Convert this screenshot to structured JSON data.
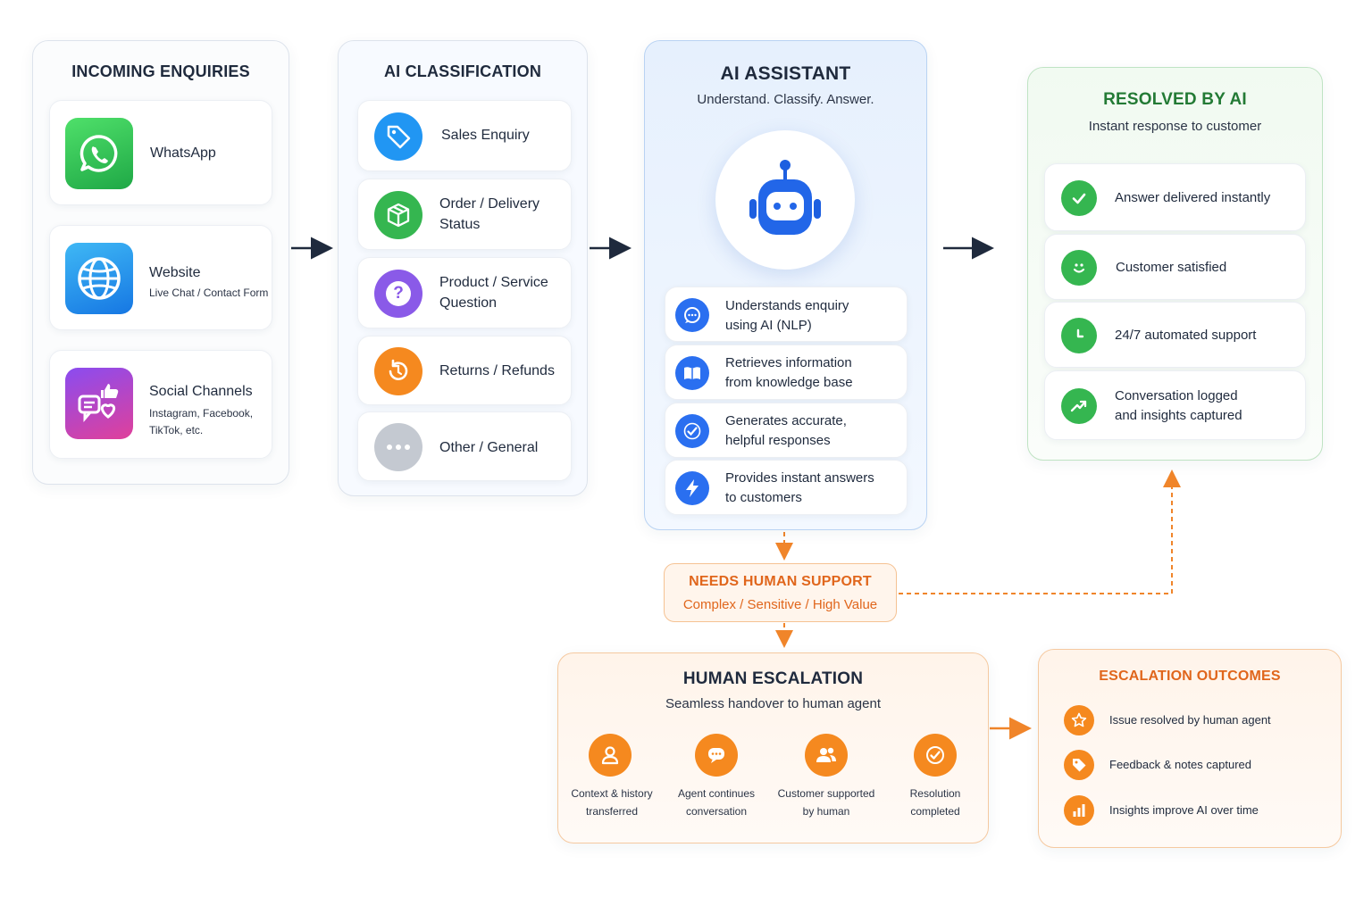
{
  "incoming": {
    "title": "INCOMING ENQUIRIES",
    "items": [
      {
        "label": "WhatsApp",
        "sub": ""
      },
      {
        "label": "Website",
        "sub": "Live Chat / Contact Form"
      },
      {
        "label": "Social Channels",
        "sub_line1": "Instagram, Facebook,",
        "sub_line2": "TikTok, etc."
      }
    ]
  },
  "classification": {
    "title": "AI CLASSIFICATION",
    "items": [
      {
        "line1": "Sales Enquiry",
        "line2": ""
      },
      {
        "line1": "Order / Delivery",
        "line2": "Status"
      },
      {
        "line1": "Product / Service",
        "line2": "Question"
      },
      {
        "line1": "Returns / Refunds",
        "line2": ""
      },
      {
        "line1": "Other / General",
        "line2": ""
      }
    ]
  },
  "assistant": {
    "title": "AI ASSISTANT",
    "subtitle": "Understand. Classify. Answer.",
    "items": [
      {
        "line1": "Understands enquiry",
        "line2": "using AI (NLP)"
      },
      {
        "line1": "Retrieves information",
        "line2": "from knowledge base"
      },
      {
        "line1": "Generates accurate,",
        "line2": "helpful responses"
      },
      {
        "line1": "Provides instant answers",
        "line2": "to customers"
      }
    ]
  },
  "resolved": {
    "title": "RESOLVED BY AI",
    "subtitle": "Instant response to customer",
    "items": [
      {
        "line1": "Answer delivered instantly",
        "line2": ""
      },
      {
        "line1": "Customer satisfied",
        "line2": ""
      },
      {
        "line1": "24/7 automated support",
        "line2": ""
      },
      {
        "line1": "Conversation logged",
        "line2": "and insights captured"
      }
    ]
  },
  "needs_human": {
    "title": "NEEDS HUMAN SUPPORT",
    "subtitle": "Complex / Sensitive / High Value"
  },
  "escalation": {
    "title": "HUMAN ESCALATION",
    "subtitle": "Seamless handover to human agent",
    "steps": [
      {
        "line1": "Context & history",
        "line2": "transferred"
      },
      {
        "line1": "Agent continues",
        "line2": "conversation"
      },
      {
        "line1": "Customer supported",
        "line2": "by human"
      },
      {
        "line1": "Resolution",
        "line2": "completed"
      }
    ]
  },
  "outcomes": {
    "title": "ESCALATION OUTCOMES",
    "items": [
      {
        "label": "Issue resolved by human agent"
      },
      {
        "label": "Feedback & notes captured"
      },
      {
        "label": "Insights improve AI over time"
      }
    ]
  },
  "colors": {
    "navy": "#1f2a3d",
    "blue": "#2563eb",
    "green": "#2fa84f",
    "orange": "#f0852a",
    "orange_text": "#e0661c"
  },
  "icons": {
    "incoming": [
      "whatsapp-icon",
      "globe-icon",
      "social-icon"
    ],
    "classification": [
      "tag-icon",
      "box-icon",
      "question-icon",
      "return-icon",
      "more-icon"
    ],
    "assistant": [
      "robot-icon",
      "chat-icon",
      "book-icon",
      "check-icon",
      "bolt-icon"
    ],
    "resolved": [
      "check-icon",
      "smile-icon",
      "clock-icon",
      "trend-icon"
    ],
    "escalation": [
      "user-icon",
      "chat-icon",
      "users-icon",
      "check-icon"
    ],
    "outcomes": [
      "star-icon",
      "tag-icon",
      "bar-chart-icon"
    ]
  }
}
